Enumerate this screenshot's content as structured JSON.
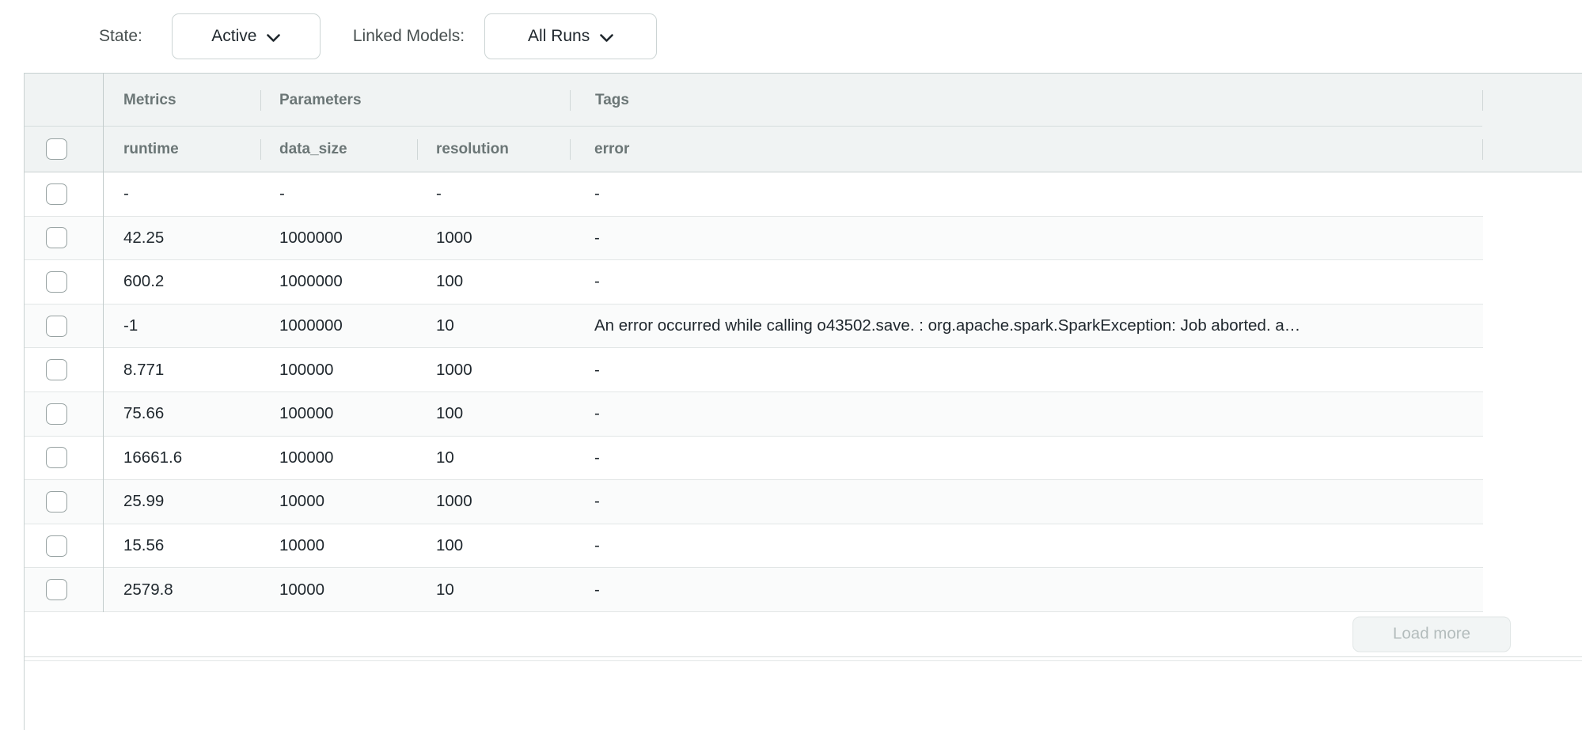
{
  "filters": {
    "state_label": "State:",
    "state_value": "Active",
    "linked_models_label": "Linked Models:",
    "linked_models_value": "All Runs"
  },
  "table": {
    "group_headers": [
      {
        "label": "Metrics"
      },
      {
        "label": "Parameters"
      },
      {
        "label": "Tags"
      }
    ],
    "columns": [
      "runtime",
      "data_size",
      "resolution",
      "error"
    ],
    "rows": [
      {
        "runtime": "-",
        "data_size": "-",
        "resolution": "-",
        "error": "-"
      },
      {
        "runtime": "42.25",
        "data_size": "1000000",
        "resolution": "1000",
        "error": "-"
      },
      {
        "runtime": "600.2",
        "data_size": "1000000",
        "resolution": "100",
        "error": "-"
      },
      {
        "runtime": "-1",
        "data_size": "1000000",
        "resolution": "10",
        "error": "An error occurred while calling o43502.save. : org.apache.spark.SparkException: Job aborted. a…"
      },
      {
        "runtime": "8.771",
        "data_size": "100000",
        "resolution": "1000",
        "error": "-"
      },
      {
        "runtime": "75.66",
        "data_size": "100000",
        "resolution": "100",
        "error": "-"
      },
      {
        "runtime": "16661.6",
        "data_size": "100000",
        "resolution": "10",
        "error": "-"
      },
      {
        "runtime": "25.99",
        "data_size": "10000",
        "resolution": "1000",
        "error": "-"
      },
      {
        "runtime": "15.56",
        "data_size": "10000",
        "resolution": "100",
        "error": "-"
      },
      {
        "runtime": "2579.8",
        "data_size": "10000",
        "resolution": "10",
        "error": "-"
      }
    ],
    "load_more_label": "Load more"
  },
  "colors": {
    "header_background": "#f0f3f3",
    "header_text": "#6b7676",
    "body_text": "#1f272d",
    "row_border": "#e2e6e6",
    "stripe_row": "#fafbfb",
    "outer_border": "#c9d1d1",
    "disabled_button_text": "#b3bcbc"
  }
}
